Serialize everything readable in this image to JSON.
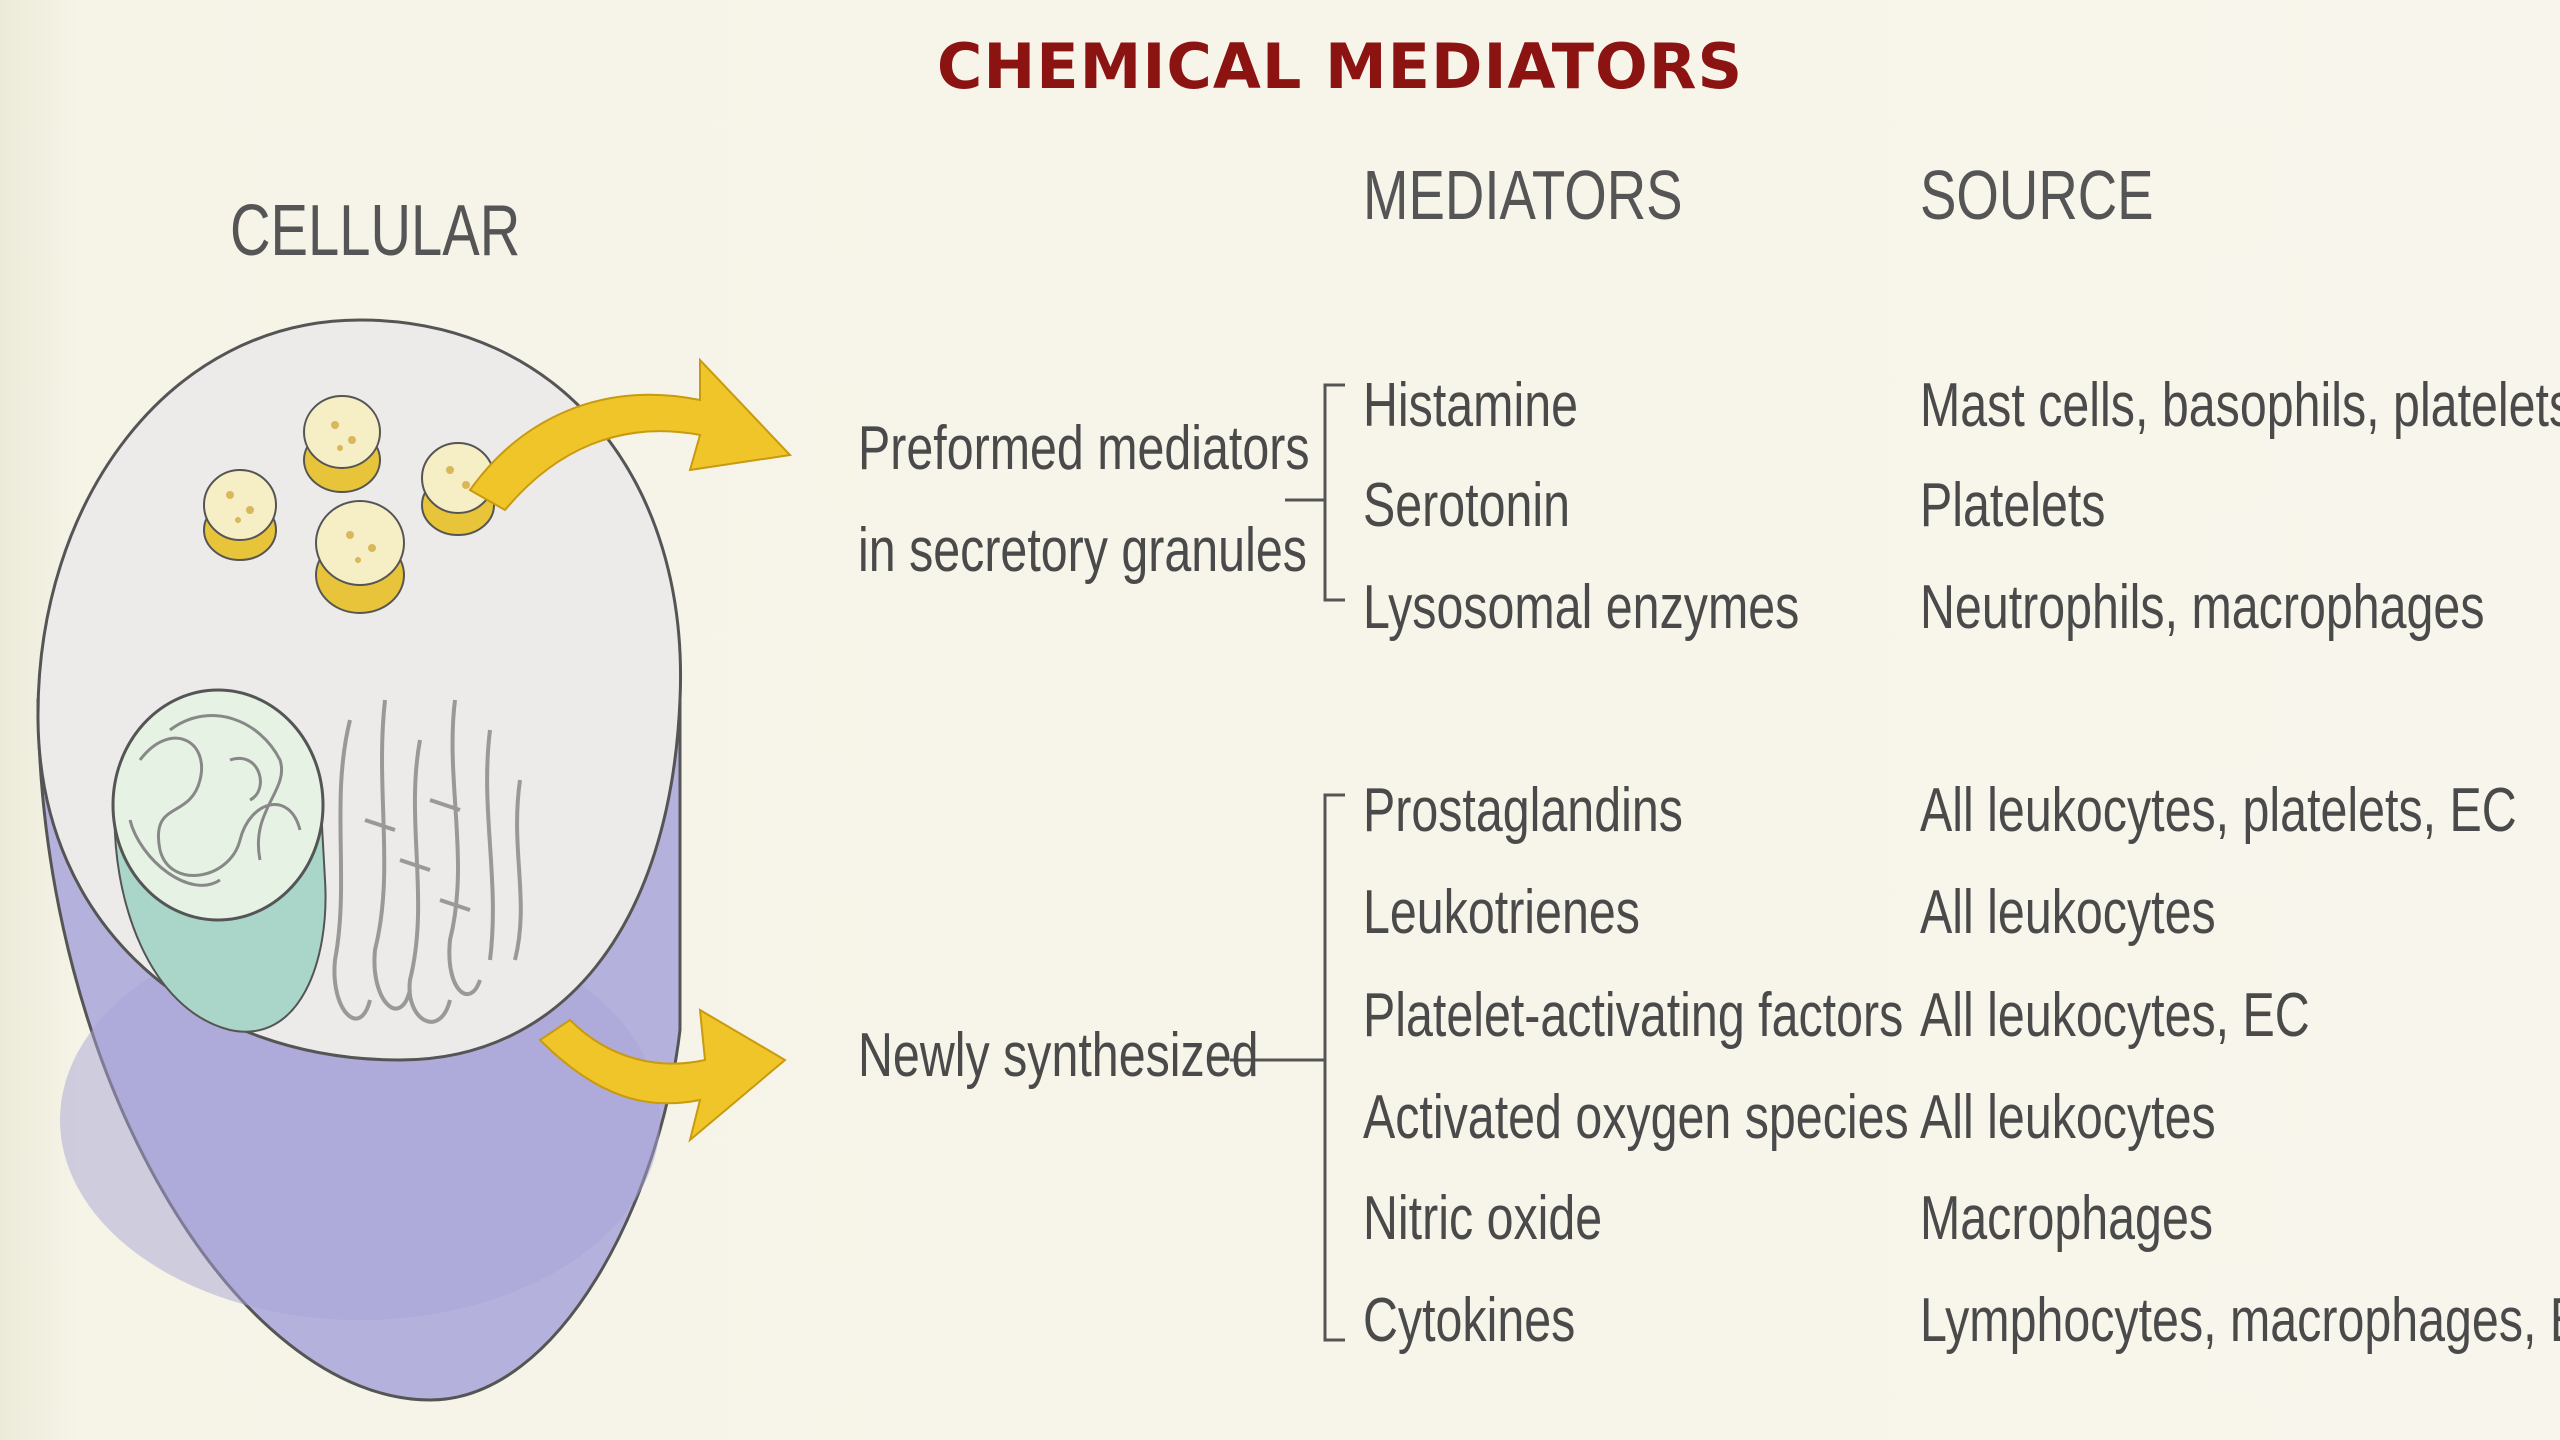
{
  "title": "CHEMICAL MEDIATORS",
  "cellular_label": "CELLULAR",
  "headers": {
    "mediators": "MEDIATORS",
    "source": "SOURCE"
  },
  "groups": [
    {
      "label_lines": [
        "Preformed mediators",
        "in secretory granules"
      ],
      "rows": [
        {
          "mediator": "Histamine",
          "source": "Mast cells, basophils, platelets"
        },
        {
          "mediator": "Serotonin",
          "source": "Platelets"
        },
        {
          "mediator": "Lysosomal enzymes",
          "source": "Neutrophils, macrophages"
        }
      ]
    },
    {
      "label_lines": [
        "Newly synthesized"
      ],
      "rows": [
        {
          "mediator": "Prostaglandins",
          "source": "All leukocytes, platelets, EC"
        },
        {
          "mediator": "Leukotrienes",
          "source": "All leukocytes"
        },
        {
          "mediator": "Platelet-activating factors",
          "source": "All leukocytes, EC"
        },
        {
          "mediator": "Activated oxygen species",
          "source": "All leukocytes"
        },
        {
          "mediator": "Nitric oxide",
          "source": "Macrophages"
        },
        {
          "mediator": "Cytokines",
          "source": "Lymphocytes, macrophages, EC"
        }
      ]
    }
  ],
  "colors": {
    "title": "#8b1412",
    "cell_top": "#ecebea",
    "cell_side": "#b4b1dc",
    "granule": "#f6eec4",
    "granule_rim": "#e7c43a",
    "nucleus": "#e6f2e4",
    "nucleus_side": "#a9d6c8",
    "arrow": "#f0c52a",
    "text": "#4a4a4a"
  }
}
